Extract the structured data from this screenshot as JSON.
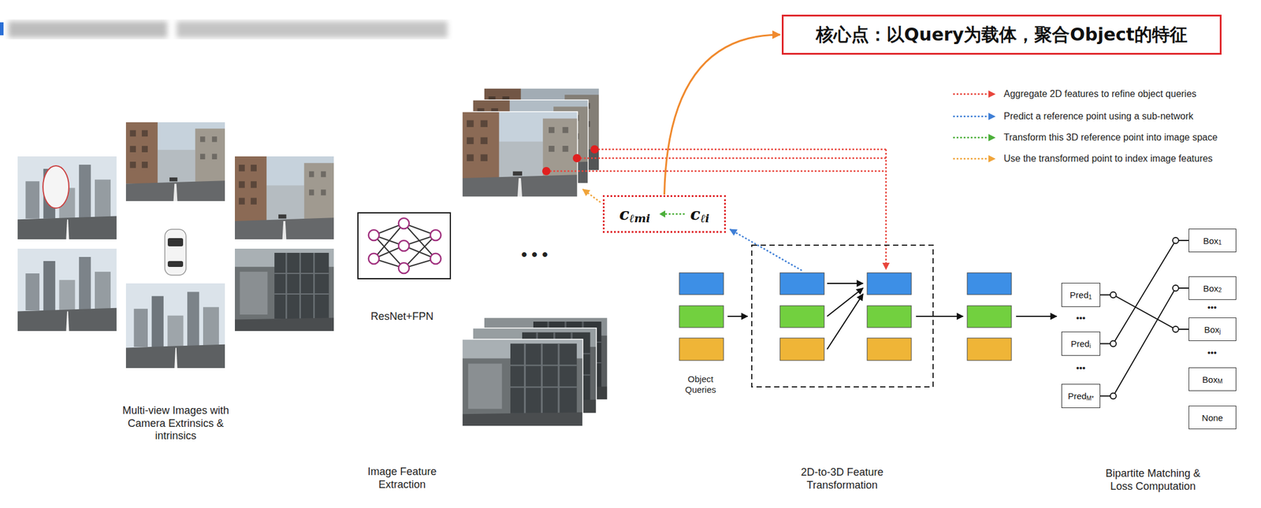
{
  "diagram": {
    "nodes": [
      {
        "text": [
          "核心点：以Query为载体，聚合Object的特征"
        ]
      },
      {
        "text": [
          "c",
          "ℓmi",
          "c",
          "ℓi"
        ]
      },
      {
        "text": [
          "Pred",
          "1"
        ]
      },
      {
        "text": [
          "Pred",
          "i"
        ]
      },
      {
        "text": [
          "Pred",
          "M*"
        ]
      },
      {
        "text": [
          "Box",
          "1"
        ]
      },
      {
        "text": [
          "Box",
          "2"
        ]
      },
      {
        "text": [
          "Box",
          "j"
        ]
      },
      {
        "text": [
          "Box",
          "M"
        ]
      },
      {
        "text": [
          "None"
        ]
      }
    ],
    "edges": [
      {
        "from": 1,
        "to": 0,
        "arrow": "to"
      },
      {
        "from": 2,
        "to": 7,
        "arrow": "none"
      },
      {
        "from": 3,
        "to": 5,
        "arrow": "none"
      },
      {
        "from": 4,
        "to": 6,
        "arrow": "none"
      }
    ],
    "labels": [
      "Multi-view Images with Camera Extrinsics & intrinsics",
      "ResNet+FPN",
      "• • •",
      "Object Queries",
      "•••",
      "•••",
      "•••",
      "•••",
      "Image Feature Extraction",
      "2D-to-3D Feature Transformation",
      "Bipartite Matching & Loss Computation"
    ],
    "legend": [
      {
        "text": "Aggregate 2D features to refine object queries"
      },
      {
        "text": "Predict a reference point using a sub-network"
      },
      {
        "text": "Transform this 3D reference point into image space"
      },
      {
        "text": "Use the transformed point to index image features"
      }
    ]
  }
}
